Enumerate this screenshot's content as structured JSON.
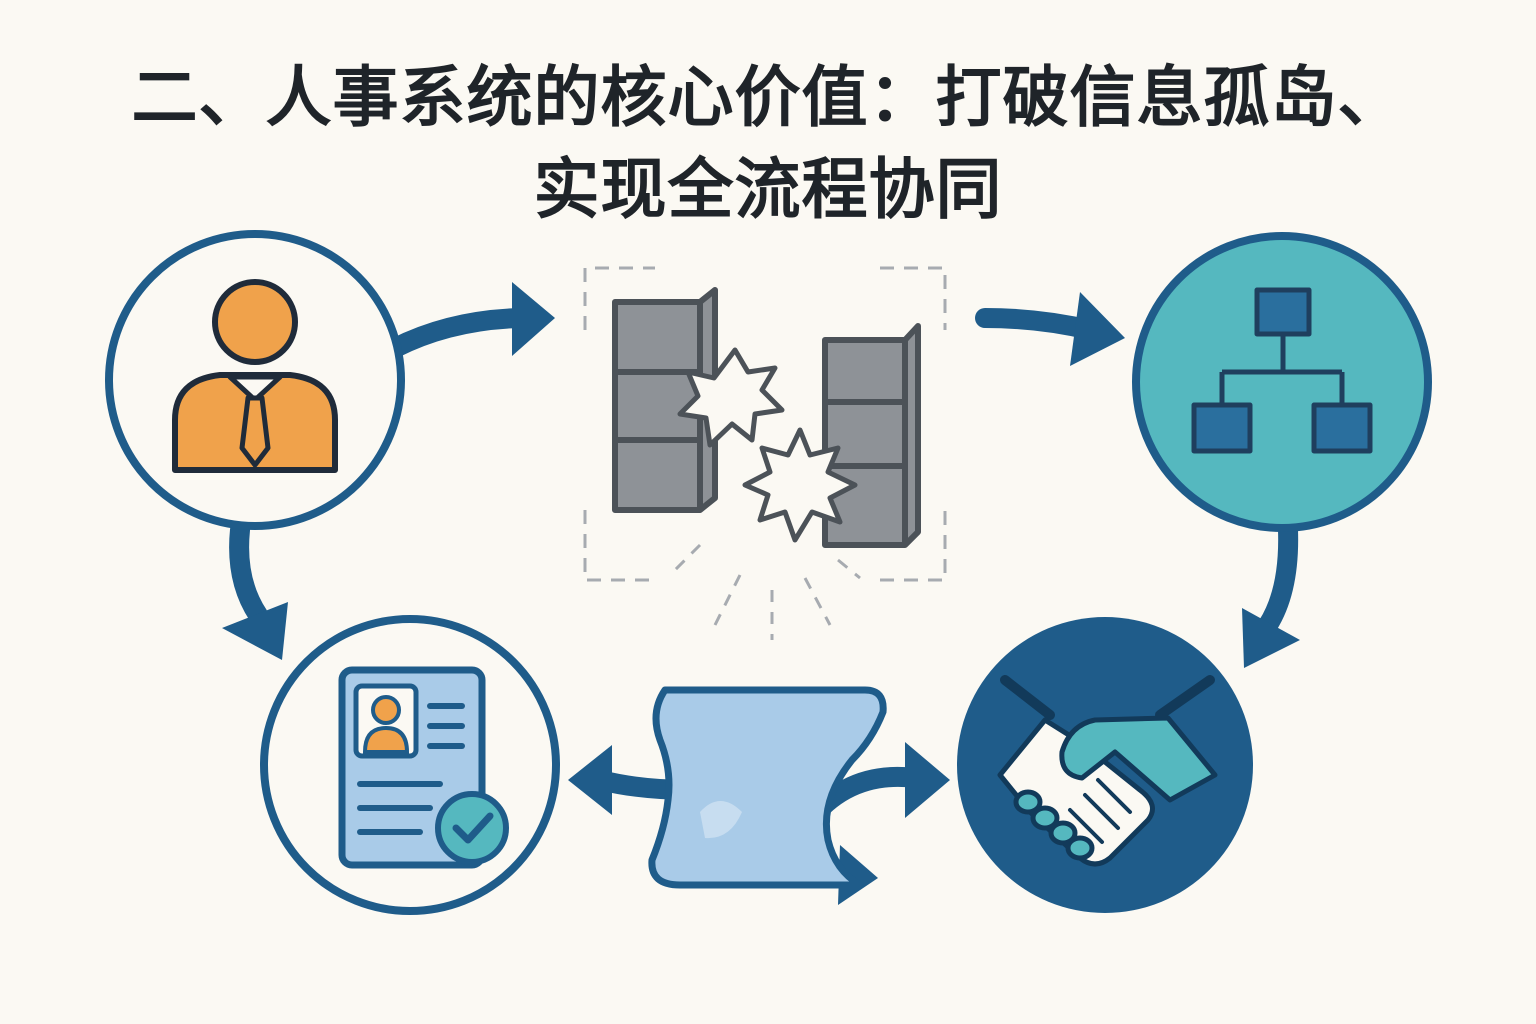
{
  "title": {
    "line1": "二、人事系统的核心价值：打破信息孤岛、",
    "line2": "实现全流程协同"
  },
  "nodes": [
    {
      "id": "employee",
      "icon": "person-with-tie-icon",
      "color": "#f0a24b"
    },
    {
      "id": "broken-silos",
      "icon": "breaking-walls-icon",
      "color": "#8e9297"
    },
    {
      "id": "org-structure",
      "icon": "org-chart-icon",
      "color": "#55b8bf"
    },
    {
      "id": "profile-document",
      "icon": "profile-document-check-icon",
      "color": "#a9cbe8"
    },
    {
      "id": "data-flow",
      "icon": "data-blob-icon",
      "color": "#a9cbe8"
    },
    {
      "id": "collaboration",
      "icon": "handshake-icon",
      "color": "#1f5c8a"
    }
  ],
  "colors": {
    "outline": "#1f5c8a",
    "background": "#fbf9f3",
    "orange": "#f0a24b",
    "teal": "#55b8bf",
    "light_blue": "#a9cbe8",
    "gray": "#8e9297",
    "title": "#1f2429"
  }
}
